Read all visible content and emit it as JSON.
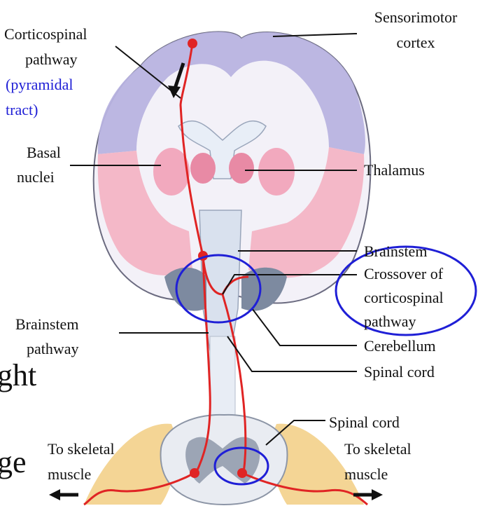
{
  "labels": {
    "corticospinal_1": "Corticospinal",
    "corticospinal_2": "pathway",
    "pyramidal_1": "(pyramidal",
    "pyramidal_2": "tract)",
    "sensorimotor_1": "Sensorimotor",
    "sensorimotor_2": "cortex",
    "basal_1": "Basal",
    "basal_2": "nuclei",
    "thalamus": "Thalamus",
    "brainstem": "Brainstem",
    "crossover_1": "Crossover of",
    "crossover_2": "corticospinal",
    "crossover_3": "pathway",
    "brainstem_path_1": "Brainstem",
    "brainstem_path_2": "pathway",
    "cerebellum": "Cerebellum",
    "spinal_cord": "Spinal cord",
    "spinal_cord_2": "Spinal cord",
    "skeletal_left_1": "To skeletal",
    "skeletal_left_2": "muscle",
    "skeletal_right_1": "To skeletal",
    "skeletal_right_2": "muscle",
    "frag_ght": "ght",
    "frag_ge": "ge"
  },
  "colors": {
    "pathway": "#e02424",
    "cortex": "#b8b3e0",
    "nuclei": "#f2a9be",
    "highlight": "#1f1fd6",
    "ganglia": "#f3d08a"
  }
}
